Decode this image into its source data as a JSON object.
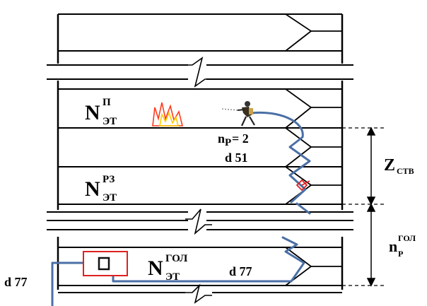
{
  "labels": {
    "floor_fire": {
      "main": "N",
      "sup": "П",
      "sub": "ЭТ"
    },
    "floor_p3": {
      "main": "N",
      "sup": "РЗ",
      "sub": "ЭТ"
    },
    "floor_gol": {
      "main": "N",
      "sup": "ГОЛ",
      "sub": "ЭТ"
    },
    "np_equation": {
      "main": "n",
      "sub": "Р",
      "rest": " = 2"
    },
    "d51": "d  51",
    "d77_mid": "d  77",
    "d77_left": "d  77",
    "z_label": {
      "main": "Z",
      "sub": "СТВ"
    },
    "np_gol": {
      "main": "n",
      "sup": "ГОЛ",
      "sub": "Р"
    }
  },
  "colors": {
    "hose": "#4a6fa5",
    "walls": "#000000",
    "truck_box": "#e02020",
    "fire_outer": "#ff3a1a",
    "fire_inner": "#ffcc00"
  },
  "icons": {
    "fire": "fire-icon",
    "firefighter": "firefighter-icon",
    "nozzle": "nozzle-icon",
    "pump": "pump-icon"
  }
}
